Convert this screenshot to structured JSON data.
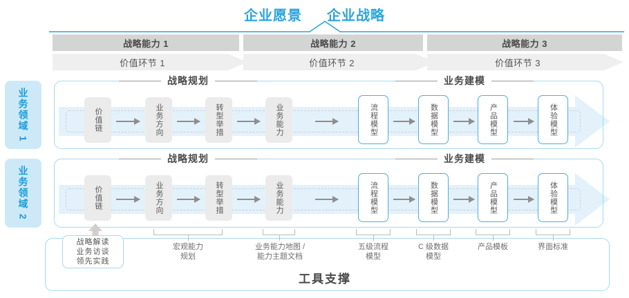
{
  "header": {
    "vision": "企业愿景",
    "strategy": "企业战略"
  },
  "capability_bars": [
    {
      "label": "战略能力 1"
    },
    {
      "label": "战略能力 2"
    },
    {
      "label": "战略能力 3"
    }
  ],
  "value_bars": [
    {
      "label": "价值环节 1"
    },
    {
      "label": "价值环节 2"
    },
    {
      "label": "价值环节 3"
    }
  ],
  "domains": [
    {
      "label": "业务领域 1"
    },
    {
      "label": "业务领域 2"
    }
  ],
  "sections": {
    "planning": "战略规划",
    "modeling": "业务建模"
  },
  "nodes": [
    {
      "label": "价值链",
      "style": "gray"
    },
    {
      "label": "业务方向",
      "style": "gray"
    },
    {
      "label": "转型举措",
      "style": "gray"
    },
    {
      "label": "业务能力",
      "style": "gray"
    },
    {
      "label": "流程模型",
      "style": "blue"
    },
    {
      "label": "数据模型",
      "style": "blue"
    },
    {
      "label": "产品模型",
      "style": "blue"
    },
    {
      "label": "体验模型",
      "style": "blue"
    }
  ],
  "tools": {
    "callout": {
      "line1": "战略解读",
      "line2": "业务访谈",
      "line3": "领先实践"
    },
    "labels": [
      {
        "line1": "宏观能力",
        "line2": "规划"
      },
      {
        "line1": "业务能力地图 /",
        "line2": "能力主题文档"
      },
      {
        "line1": "五级流程",
        "line2": "模型"
      },
      {
        "line1": "C 级数据",
        "line2": "模型"
      },
      {
        "line1": "产品模板",
        "line2": ""
      },
      {
        "line1": "界面标准",
        "line2": ""
      }
    ],
    "footer": "工具支撑"
  },
  "colors": {
    "accent_blue": "#2aa4dd",
    "band_blue": "#e7f3fb",
    "node_blue_border": "#4aaee0",
    "bar_dark_gray": "#d3d4d4",
    "bar_light_gray": "#efefef",
    "panel_border": "#a6d8ef",
    "domain_fill": "#cde9f8"
  }
}
